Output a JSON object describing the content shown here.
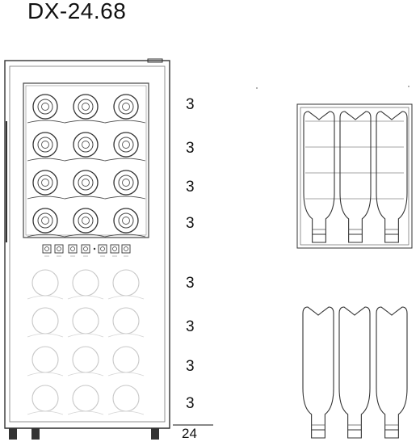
{
  "model": "DX-24.68",
  "shelf_counts": [
    "3",
    "3",
    "3",
    "3",
    "3",
    "3",
    "3",
    "3"
  ],
  "total_capacity": "24",
  "control_panel": {
    "icons": [
      "temp-down",
      "temp-up",
      "display",
      "light",
      "display",
      "temp-down",
      "temp-up"
    ],
    "labels": [
      "",
      "",
      "",
      "",
      "",
      "",
      ""
    ]
  },
  "colors": {
    "line": "#333333",
    "glass": "#555555",
    "faded": "#cccccc"
  }
}
